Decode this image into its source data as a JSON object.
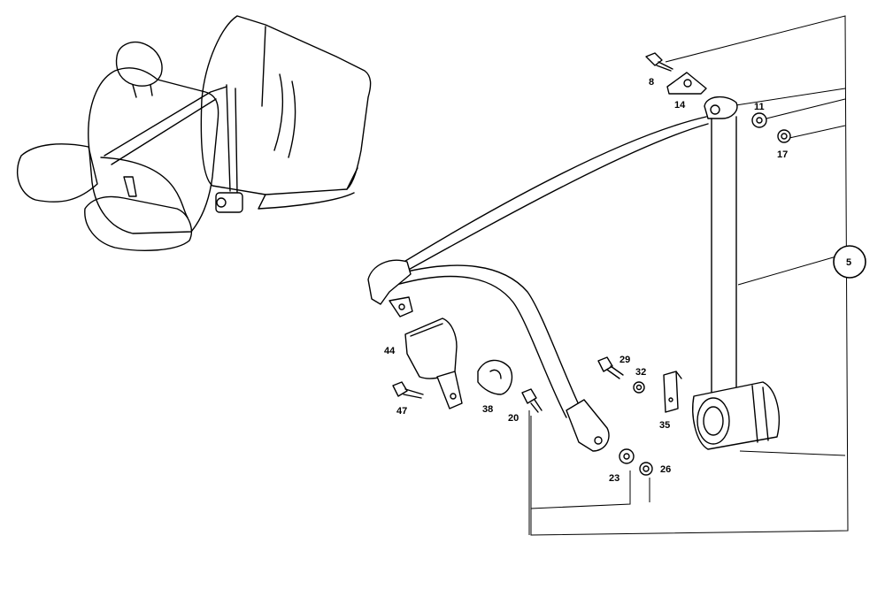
{
  "callouts": [
    {
      "id": "8",
      "text": "8"
    },
    {
      "id": "14",
      "text": "14"
    },
    {
      "id": "11",
      "text": "11"
    },
    {
      "id": "17",
      "text": "17"
    },
    {
      "id": "5",
      "text": "5"
    },
    {
      "id": "29",
      "text": "29"
    },
    {
      "id": "32",
      "text": "32"
    },
    {
      "id": "35",
      "text": "35"
    },
    {
      "id": "44",
      "text": "44"
    },
    {
      "id": "47",
      "text": "47"
    },
    {
      "id": "38",
      "text": "38"
    },
    {
      "id": "20",
      "text": "20"
    },
    {
      "id": "23",
      "text": "23"
    },
    {
      "id": "26",
      "text": "26"
    }
  ]
}
